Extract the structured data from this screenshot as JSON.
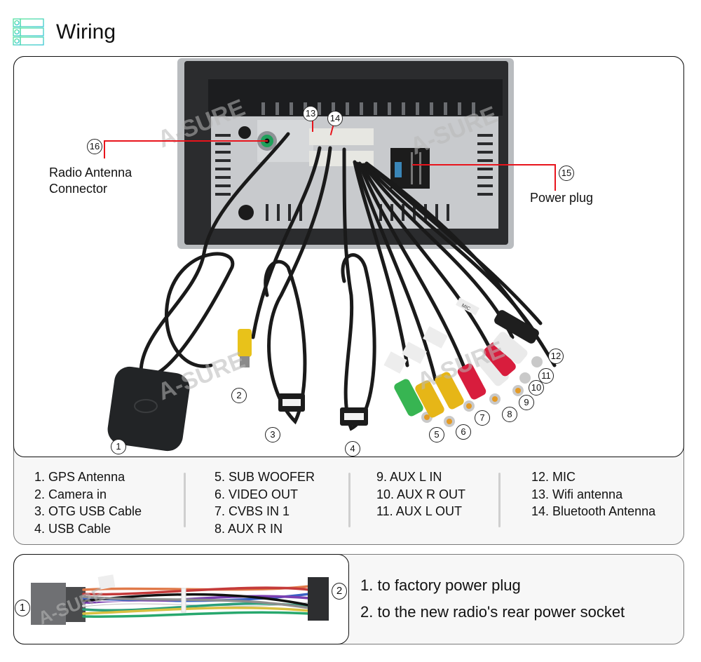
{
  "header": {
    "title": "Wiring",
    "icon": "list-icon",
    "icon_color": "#3fd6a8"
  },
  "watermark": "A-SURE",
  "callouts": {
    "c1": "1",
    "c2": "2",
    "c3": "3",
    "c4": "4",
    "c5": "5",
    "c6": "6",
    "c7": "7",
    "c8": "8",
    "c9": "9",
    "c10": "10",
    "c11": "11",
    "c12": "12",
    "c13": "13",
    "c14": "14",
    "c15": "15",
    "c16": "16"
  },
  "labels": {
    "radio_antenna": [
      "Radio Antenna",
      "Connector"
    ],
    "power_plug": "Power plug"
  },
  "cable_tags": {
    "mic": "MIC"
  },
  "legend": {
    "columns": [
      [
        "1. GPS Antenna",
        "2. Camera in",
        "3. OTG USB Cable",
        "4. USB Cable"
      ],
      [
        "5. SUB WOOFER",
        "6. VIDEO OUT",
        "7. CVBS IN 1",
        "8. AUX R IN"
      ],
      [
        "9. AUX L IN",
        "10. AUX R OUT",
        "11. AUX L OUT"
      ],
      [
        "12. MIC",
        "13. Wifi antenna",
        "14. Bluetooth Antenna"
      ]
    ]
  },
  "harness": {
    "callout_1": "1",
    "callout_2": "2",
    "descriptions": [
      "1. to factory power plug",
      "2. to the new radio's rear power socket"
    ]
  },
  "colors": {
    "accent_red_line": "#e8141c",
    "panel_border_dark": "#111111",
    "panel_border_gray": "#7a7a7a",
    "panel_fill": "#f7f7f7"
  }
}
